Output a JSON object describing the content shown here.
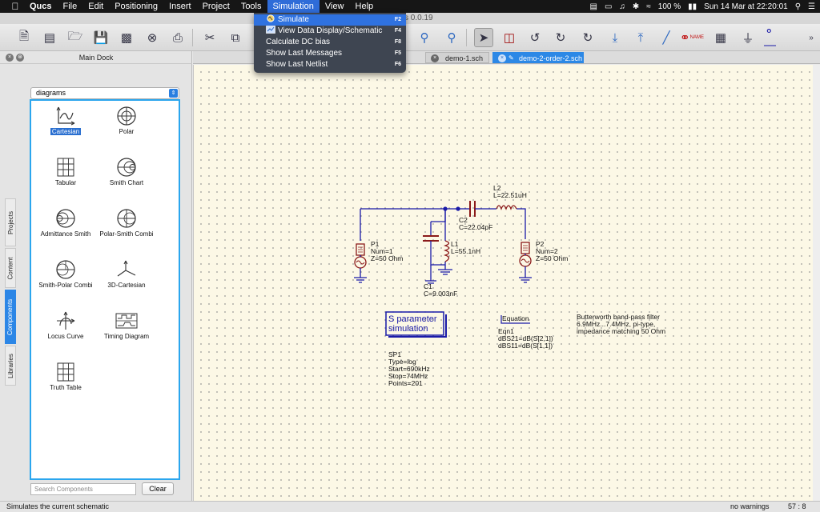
{
  "menubar": {
    "app_name": "Qucs",
    "items": [
      "File",
      "Edit",
      "Positioning",
      "Insert",
      "Project",
      "Tools",
      "Simulation",
      "View",
      "Help"
    ],
    "battery": "100 %",
    "clock": "Sun 14 Mar at  22:20:01"
  },
  "window": {
    "title": "s 0.0.19"
  },
  "simulation_menu": {
    "items": [
      {
        "label": "Simulate",
        "shortcut": "F2"
      },
      {
        "label": "View Data Display/Schematic",
        "shortcut": "F4"
      },
      {
        "label": "Calculate DC bias",
        "shortcut": "F8"
      },
      {
        "label": "Show Last Messages",
        "shortcut": "F5"
      },
      {
        "label": "Show Last Netlist",
        "shortcut": "F6"
      }
    ]
  },
  "dock": {
    "title": "Main Dock",
    "tabs": [
      "Projects",
      "Content",
      "Components",
      "Libraries"
    ],
    "category": "diagrams",
    "items": [
      "Cartesian",
      "Polar",
      "Tabular",
      "Smith Chart",
      "Admittance Smith",
      "Polar-Smith Combi",
      "Smith-Polar Combi",
      "3D-Cartesian",
      "Locus Curve",
      "Timing Diagram",
      "Truth Table"
    ],
    "search_placeholder": "Search Components",
    "clear_label": "Clear"
  },
  "tabs": [
    "demo-1.sch",
    "demo-2-order-2.sch"
  ],
  "schematic": {
    "p1": [
      "P1",
      "Num=1",
      "Z=50 Ohm"
    ],
    "p2": [
      "P2",
      "Num=2",
      "Z=50 Ohm"
    ],
    "l1": [
      "L1",
      "L=55.1nH"
    ],
    "l2": [
      "L2",
      "L=22.51uH"
    ],
    "c1": [
      "C1",
      "C=9.003nF"
    ],
    "c2": [
      "C2",
      "C=22.04pF"
    ],
    "sim_box": [
      "S parameter",
      "simulation"
    ],
    "sp1": [
      "SP1",
      "Type=log",
      "Start=690kHz",
      "Stop=74MHz",
      "Points=201"
    ],
    "equation_title": "Equation",
    "eqn": [
      "Eqn1",
      "dBS21=dB(S[2,1])",
      "dBS11=dB(S[1,1])"
    ],
    "note": [
      "Butterworth band-pass filter",
      " 6.9MHz...7.4MHz, pi-type,",
      " impedance matching 50 Ohm"
    ]
  },
  "statusbar": {
    "message": "Simulates the current schematic",
    "warnings": "no warnings",
    "position": "57 : 8"
  },
  "colors": {
    "accent": "#2f72e0",
    "wire": "#1a1aa8",
    "component": "#8b1a1a",
    "canvas": "#fcf8e6"
  }
}
